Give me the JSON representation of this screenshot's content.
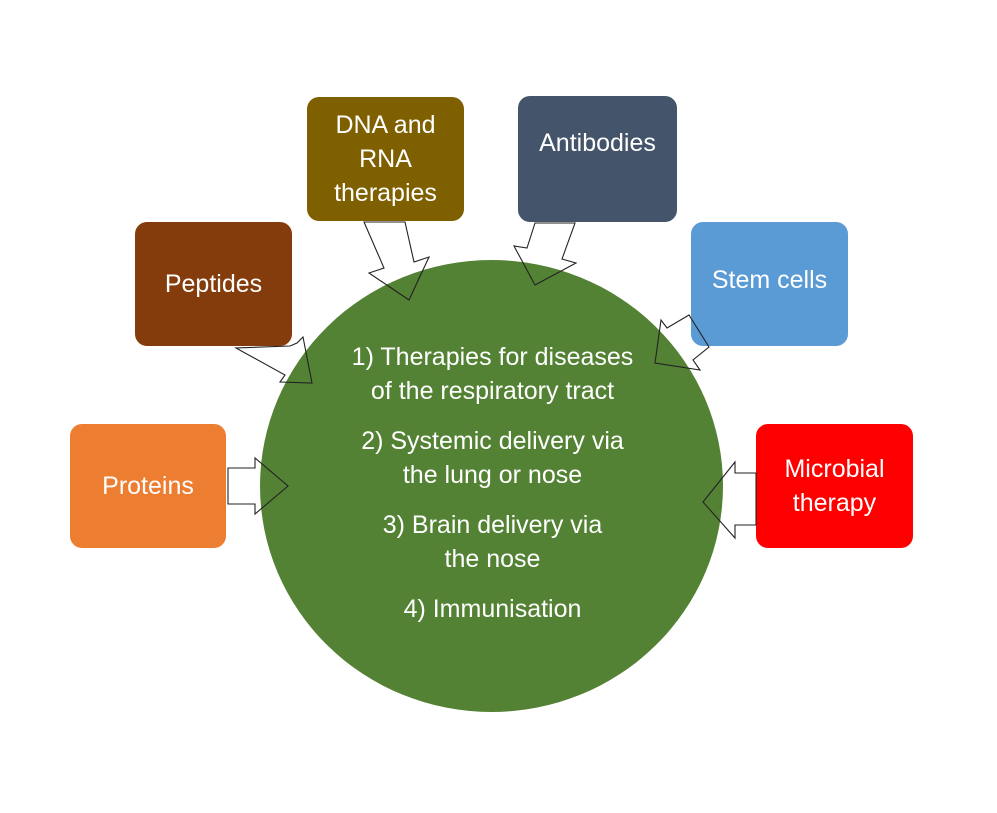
{
  "center": {
    "color": "#548235",
    "items": [
      "1) Therapies for diseases\nof the respiratory tract",
      "2) Systemic delivery via\nthe lung or nose",
      "3) Brain delivery via\nthe nose",
      "4) Immunisation"
    ]
  },
  "nodes": [
    {
      "id": "peptides",
      "label": "Peptides",
      "color": "#843C0C"
    },
    {
      "id": "dna-rna",
      "label": "DNA and\nRNA\ntherapies",
      "color": "#7F6000"
    },
    {
      "id": "antibodies",
      "label": "Antibodies",
      "color": "#44546A"
    },
    {
      "id": "stem-cells",
      "label": "Stem cells",
      "color": "#5B9BD5"
    },
    {
      "id": "proteins",
      "label": "Proteins",
      "color": "#ED7D31"
    },
    {
      "id": "microbial",
      "label": "Microbial\ntherapy",
      "color": "#FF0000"
    }
  ]
}
